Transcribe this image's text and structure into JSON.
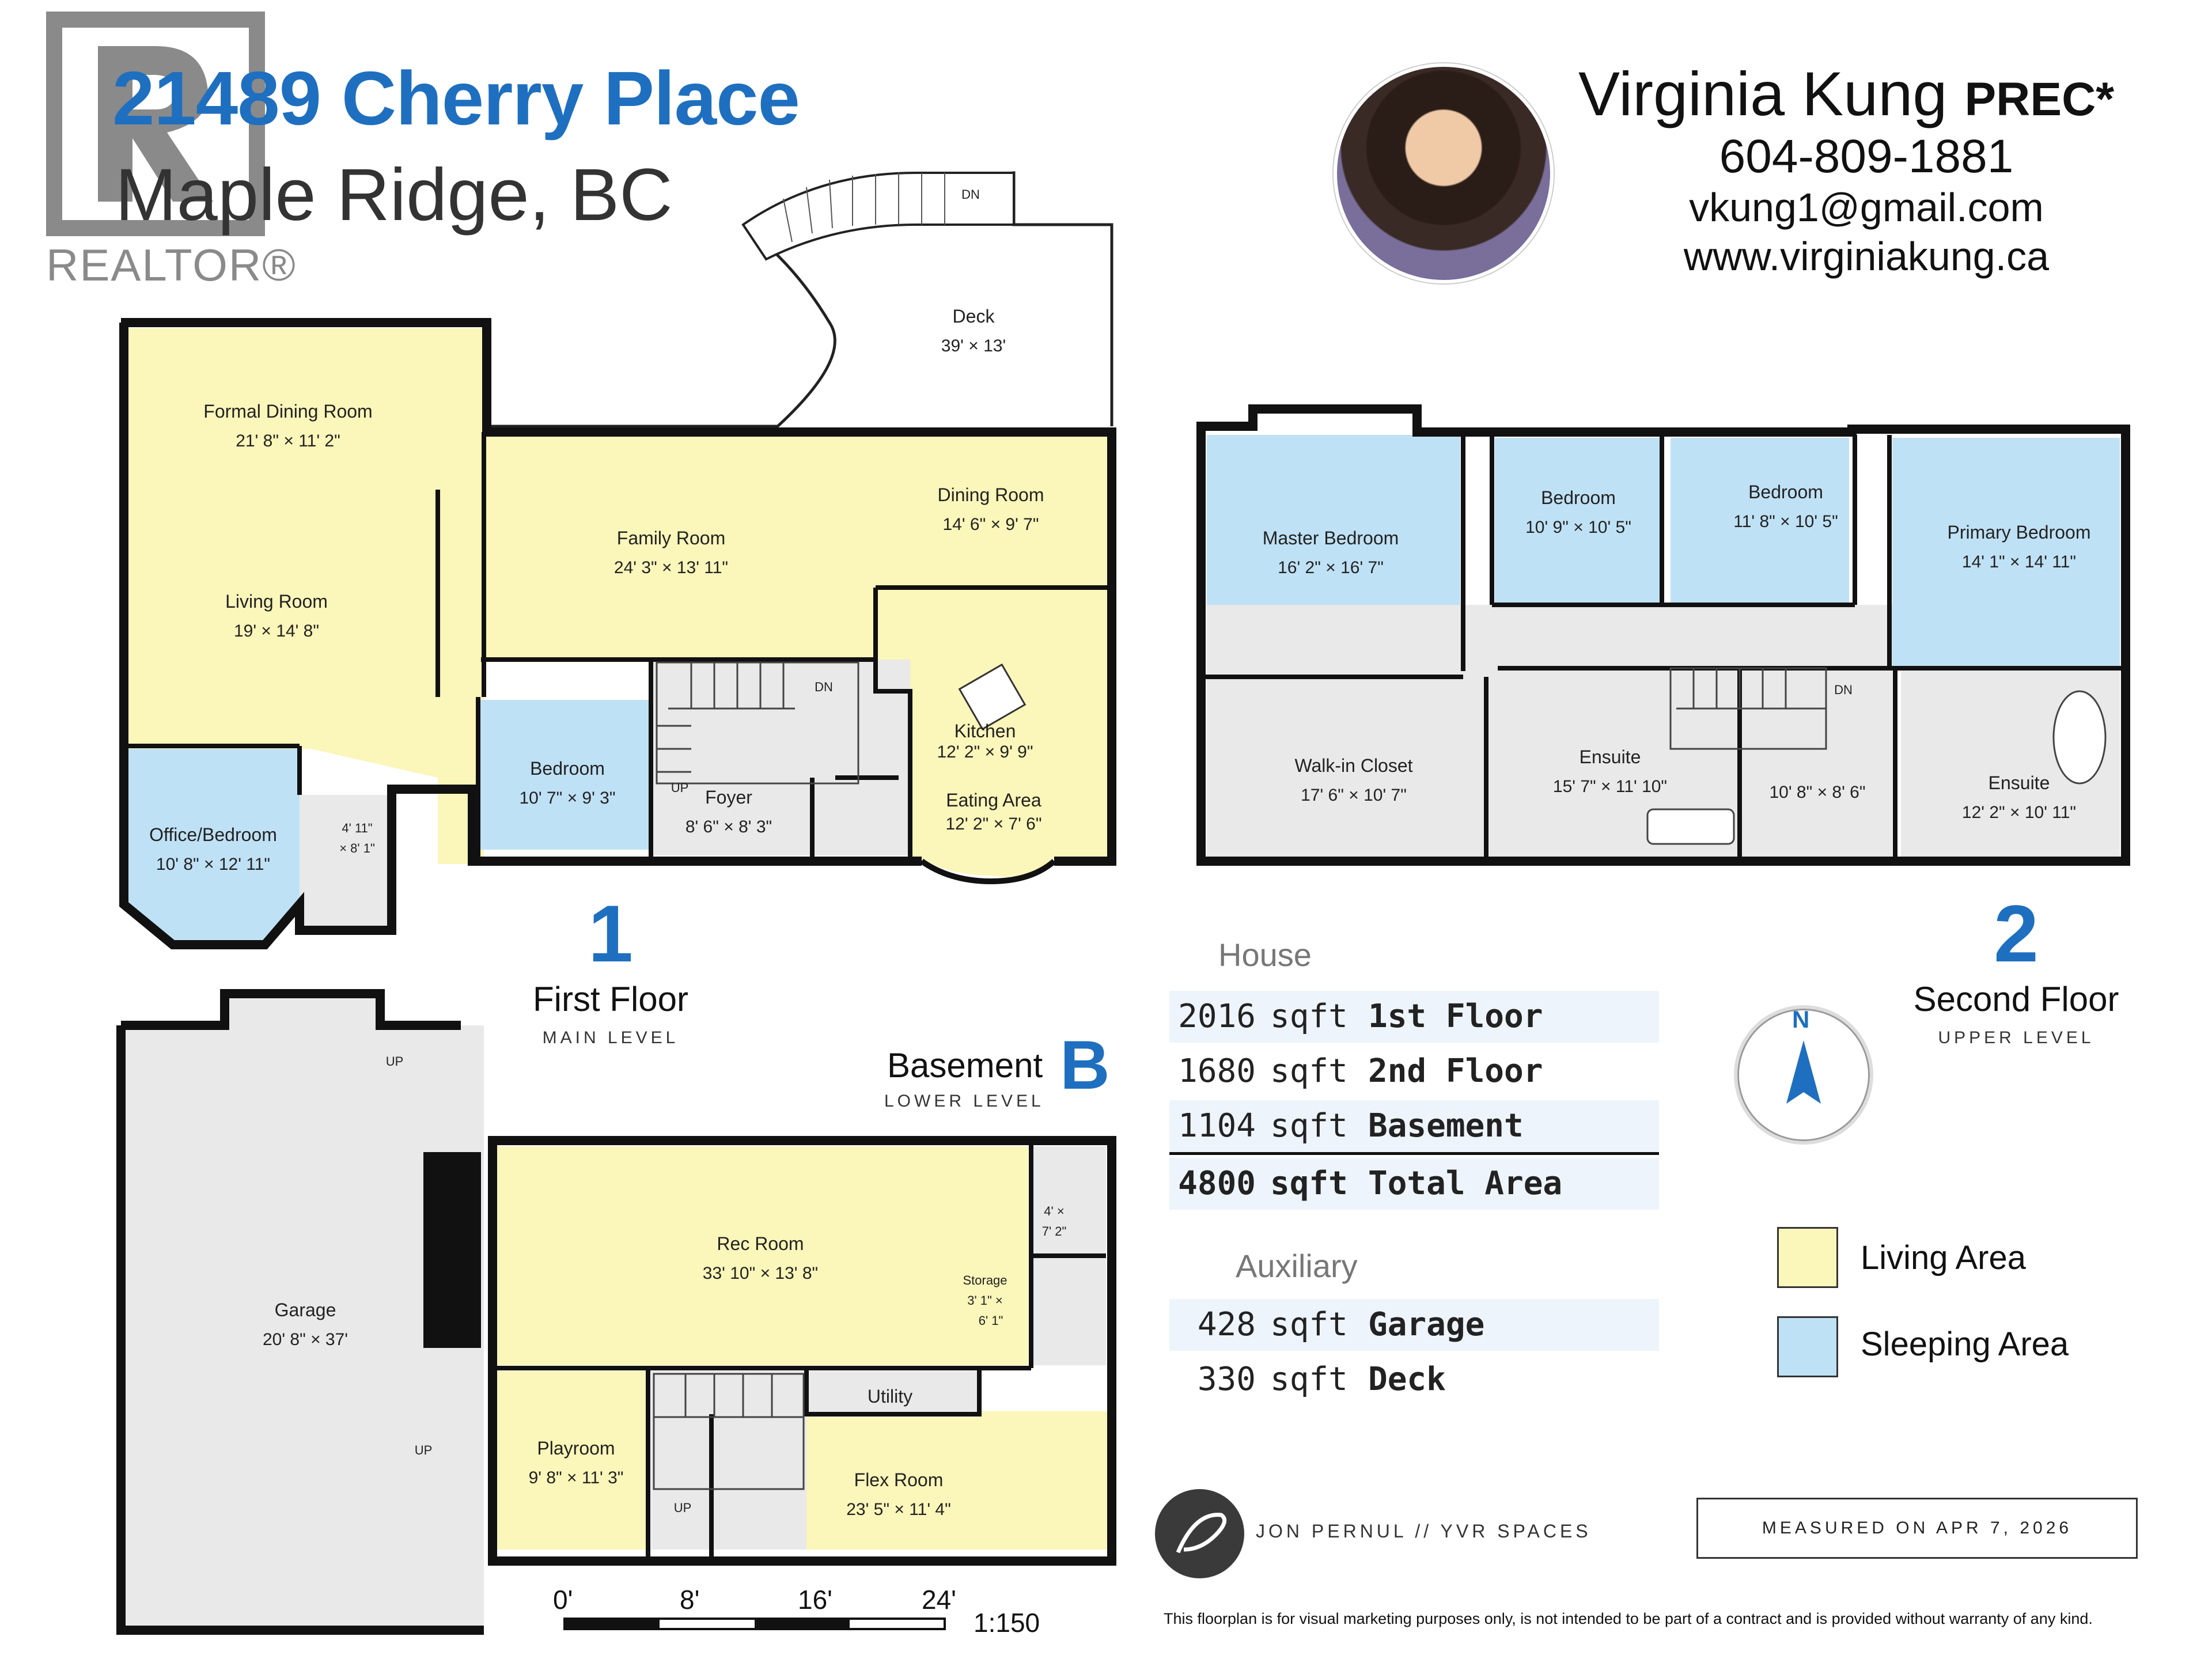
{
  "header": {
    "address": "21489 Cherry Place",
    "city": "Maple Ridge, BC",
    "logo_text": "REALTOR®"
  },
  "agent": {
    "name": "Virginia Kung",
    "designation": "PREC*",
    "phone": "604-809-1881",
    "email": "vkung1@gmail.com",
    "website": "www.virginiakung.ca"
  },
  "floors": {
    "first": {
      "number": "1",
      "name": "First Floor",
      "sub": "MAIN LEVEL"
    },
    "second": {
      "number": "2",
      "name": "Second Floor",
      "sub": "UPPER LEVEL"
    },
    "basement": {
      "number": "B",
      "name": "Basement",
      "sub": "LOWER LEVEL"
    }
  },
  "rooms": {
    "deck": {
      "name": "Deck",
      "dim": "39' × 13'"
    },
    "formal_dining": {
      "name": "Formal Dining Room",
      "dim": "21' 8\" × 11' 2\""
    },
    "living": {
      "name": "Living Room",
      "dim": "19' × 14' 8\""
    },
    "family": {
      "name": "Family Room",
      "dim": "24' 3\" × 13' 11\""
    },
    "dining": {
      "name": "Dining Room",
      "dim": "14' 6\" × 9' 7\""
    },
    "kitchen": {
      "name": "Kitchen",
      "dim": "12' 2\" × 9' 9\""
    },
    "eating": {
      "name": "Eating Area",
      "dim": "12' 2\" × 7' 6\""
    },
    "bedroom_main": {
      "name": "Bedroom",
      "dim": "10' 7\" × 9' 3\""
    },
    "foyer": {
      "name": "Foyer",
      "dim": "8' 6\" × 8' 3\""
    },
    "office": {
      "name": "Office/Bedroom",
      "dim": "10' 8\" × 12' 11\""
    },
    "bath_main": {
      "dim1": "4' 11\"",
      "dim2": "× 8' 1\""
    },
    "master": {
      "name": "Master Bedroom",
      "dim": "16' 2\" × 16' 7\""
    },
    "bed2": {
      "name": "Bedroom",
      "dim": "10' 9\" × 10' 5\""
    },
    "bed3": {
      "name": "Bedroom",
      "dim": "11' 8\" × 10' 5\""
    },
    "primary": {
      "name": "Primary Bedroom",
      "dim": "14' 1\" × 14' 11\""
    },
    "walkin": {
      "name": "Walk-in Closet",
      "dim": "17' 6\" × 10' 7\""
    },
    "ensuite1": {
      "name": "Ensuite",
      "dim": "15' 7\" × 11' 10\""
    },
    "bath_up": {
      "dim": "10' 8\" × 8' 6\""
    },
    "ensuite2": {
      "name": "Ensuite",
      "dim": "12' 2\" × 10' 11\""
    },
    "garage": {
      "name": "Garage",
      "dim": "20' 8\" × 37'"
    },
    "rec": {
      "name": "Rec Room",
      "dim": "33' 10\" × 13' 8\""
    },
    "storage": {
      "name": "Storage",
      "dim1": "3' 1\" ×",
      "dim2": "6' 1\""
    },
    "bath_base": {
      "dim1": "4' ×",
      "dim2": "7' 2\""
    },
    "utility": {
      "name": "Utility"
    },
    "playroom": {
      "name": "Playroom",
      "dim": "9' 8\" × 11' 3\""
    },
    "flex": {
      "name": "Flex Room",
      "dim": "23' 5\" × 11' 4\""
    }
  },
  "marks": {
    "up": "UP",
    "dn": "DN",
    "north": "N"
  },
  "areas": {
    "house_heading": "House",
    "house": [
      {
        "value": "2016",
        "unit": "sqft",
        "label": "1st Floor"
      },
      {
        "value": "1680",
        "unit": "sqft",
        "label": "2nd Floor"
      },
      {
        "value": "1104",
        "unit": "sqft",
        "label": "Basement"
      },
      {
        "value": "4800",
        "unit": "sqft",
        "label": "Total Area"
      }
    ],
    "aux_heading": "Auxiliary",
    "auxiliary": [
      {
        "value": "428",
        "unit": "sqft",
        "label": "Garage"
      },
      {
        "value": "330",
        "unit": "sqft",
        "label": "Deck"
      }
    ]
  },
  "legend": [
    {
      "label": "Living Area",
      "color": "#fbf6b9"
    },
    {
      "label": "Sleeping Area",
      "color": "#bfe1f5"
    }
  ],
  "colors": {
    "living": "#fbf6b9",
    "sleeping": "#bfe1f5",
    "utility": "#e9e9e9",
    "wall": "#111111",
    "accent": "#1e6fbf"
  },
  "scale": {
    "ticks": [
      "0'",
      "8'",
      "16'",
      "24'"
    ],
    "ratio": "1:150"
  },
  "footer": {
    "credit": "JON PERNUL // YVR SPACES",
    "measured": "MEASURED ON APR 7, 2026",
    "disclaimer": "This floorplan is for visual marketing purposes only, is not intended to be part of a contract and is provided without warranty of any kind."
  }
}
